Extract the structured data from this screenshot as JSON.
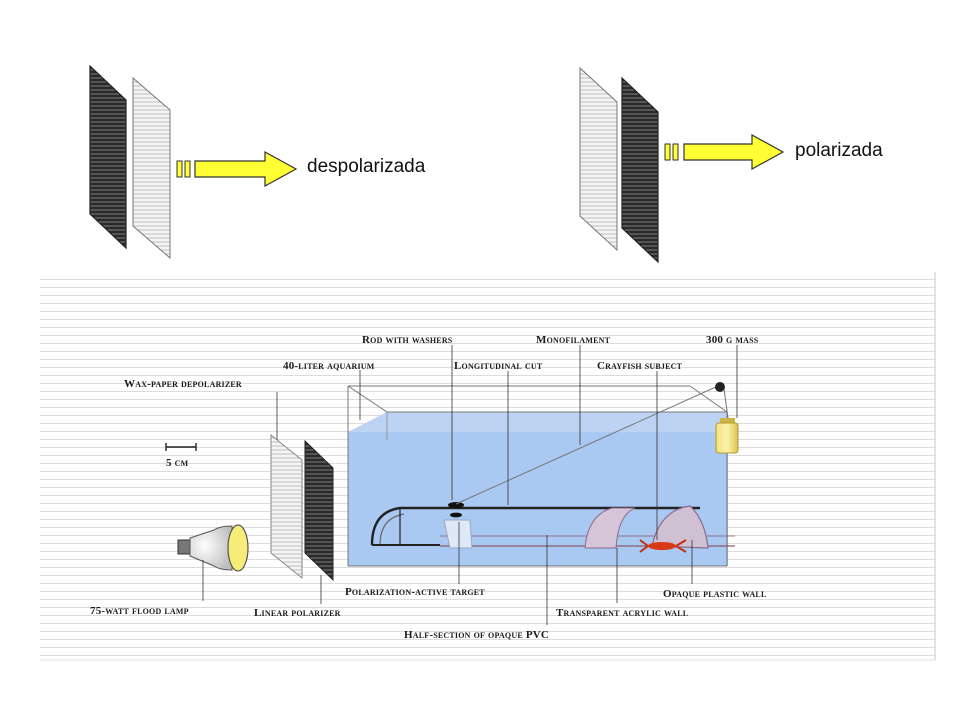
{
  "top": {
    "left_caption": "despolarizada",
    "right_caption": "polarizada"
  },
  "diagram": {
    "scale": "5 cm",
    "labels": {
      "rod": "Rod with washers",
      "monofilament": "Monofilament",
      "mass": "300 g mass",
      "aquarium": "40-liter aquarium",
      "cut": "Longitudinal cut",
      "crayfish": "Crayfish subject",
      "wax": "Wax-paper depolarizer",
      "target": "Polarization-active target",
      "opaque_wall": "Opaque plastic wall",
      "lamp": "75-watt flood lamp",
      "polarizer": "Linear polarizer",
      "acrylic": "Transparent acrylic wall",
      "pvc": "Half-section of opaque PVC"
    }
  },
  "colors": {
    "arrow": "#ffff33",
    "water": "#a9c8f2",
    "grid": "#dcdcdc"
  }
}
